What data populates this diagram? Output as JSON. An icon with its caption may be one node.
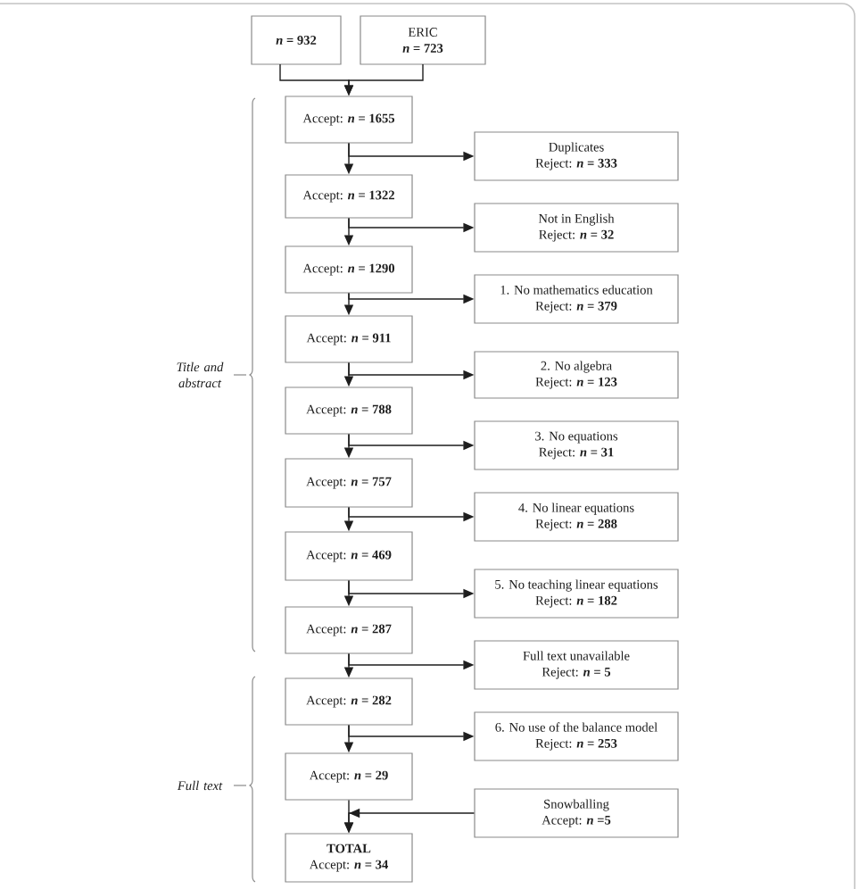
{
  "diagram": {
    "nodes": [
      {
        "text": [
          "*n* = 932"
        ]
      },
      {
        "text": [
          "ERIC",
          "*n* = 723"
        ]
      },
      {
        "text": [
          "Accept: ***n* = 1655**"
        ]
      },
      {
        "text": [
          "Duplicates",
          "Reject: ***n* = 333**"
        ]
      },
      {
        "text": [
          "Accept: ***n* = 1322**"
        ]
      },
      {
        "text": [
          "Not in English",
          "Reject: ***n* = 32**"
        ]
      },
      {
        "text": [
          "Accept: ***n* = 1290**"
        ]
      },
      {
        "text": [
          "1. No mathematics education",
          "Reject: ***n* = 379**"
        ]
      },
      {
        "text": [
          "Accept: ***n* = 911**"
        ]
      },
      {
        "text": [
          "2. No algebra",
          "Reject: ***n* = 123**"
        ]
      },
      {
        "text": [
          "Accept: ***n* = 788**"
        ]
      },
      {
        "text": [
          "3. No equations",
          "Reject: ***n* = 31**"
        ]
      },
      {
        "text": [
          "Accept: ***n* = 757**"
        ]
      },
      {
        "text": [
          "4. No linear equations",
          "Reject: ***n* = 288**"
        ]
      },
      {
        "text": [
          "Accept: ***n* = 469**"
        ]
      },
      {
        "text": [
          "5. No teaching linear equations",
          "Reject: ***n* = 182**"
        ]
      },
      {
        "text": [
          "Accept: ***n* = 287**"
        ]
      },
      {
        "text": [
          "Full text unavailable",
          "Reject: ***n* = 5**"
        ]
      },
      {
        "text": [
          "Accept: ***n* = 282**"
        ]
      },
      {
        "text": [
          "6. No use of the balance model",
          "Reject: ***n* = 253**"
        ]
      },
      {
        "text": [
          "Accept: ***n* = 29**"
        ]
      },
      {
        "text": [
          "Snowballing",
          "Accept: ***n* =5**"
        ]
      },
      {
        "text": [
          "TOTAL",
          "Accept: ***n* = 34**"
        ]
      }
    ],
    "edges": [
      {
        "from": 0,
        "to": 2,
        "arrow": "to"
      },
      {
        "from": 1,
        "to": 2,
        "arrow": "to"
      },
      {
        "from": 2,
        "to": 3,
        "arrow": "to"
      },
      {
        "from": 2,
        "to": 4,
        "arrow": "to"
      },
      {
        "from": 4,
        "to": 5,
        "arrow": "to"
      },
      {
        "from": 4,
        "to": 6,
        "arrow": "to"
      },
      {
        "from": 6,
        "to": 7,
        "arrow": "to"
      },
      {
        "from": 6,
        "to": 8,
        "arrow": "to"
      },
      {
        "from": 8,
        "to": 9,
        "arrow": "to"
      },
      {
        "from": 8,
        "to": 10,
        "arrow": "to"
      },
      {
        "from": 10,
        "to": 11,
        "arrow": "to"
      },
      {
        "from": 10,
        "to": 12,
        "arrow": "to"
      },
      {
        "from": 12,
        "to": 13,
        "arrow": "to"
      },
      {
        "from": 12,
        "to": 14,
        "arrow": "to"
      },
      {
        "from": 14,
        "to": 15,
        "arrow": "to"
      },
      {
        "from": 14,
        "to": 16,
        "arrow": "to"
      },
      {
        "from": 16,
        "to": 17,
        "arrow": "to"
      },
      {
        "from": 16,
        "to": 18,
        "arrow": "to"
      },
      {
        "from": 18,
        "to": 19,
        "arrow": "to"
      },
      {
        "from": 18,
        "to": 20,
        "arrow": "to"
      },
      {
        "from": 20,
        "to": 22,
        "arrow": "to"
      },
      {
        "from": 21,
        "to": 22,
        "arrow": "to"
      }
    ],
    "labels": [
      "Title and abstract",
      "Full text"
    ]
  }
}
